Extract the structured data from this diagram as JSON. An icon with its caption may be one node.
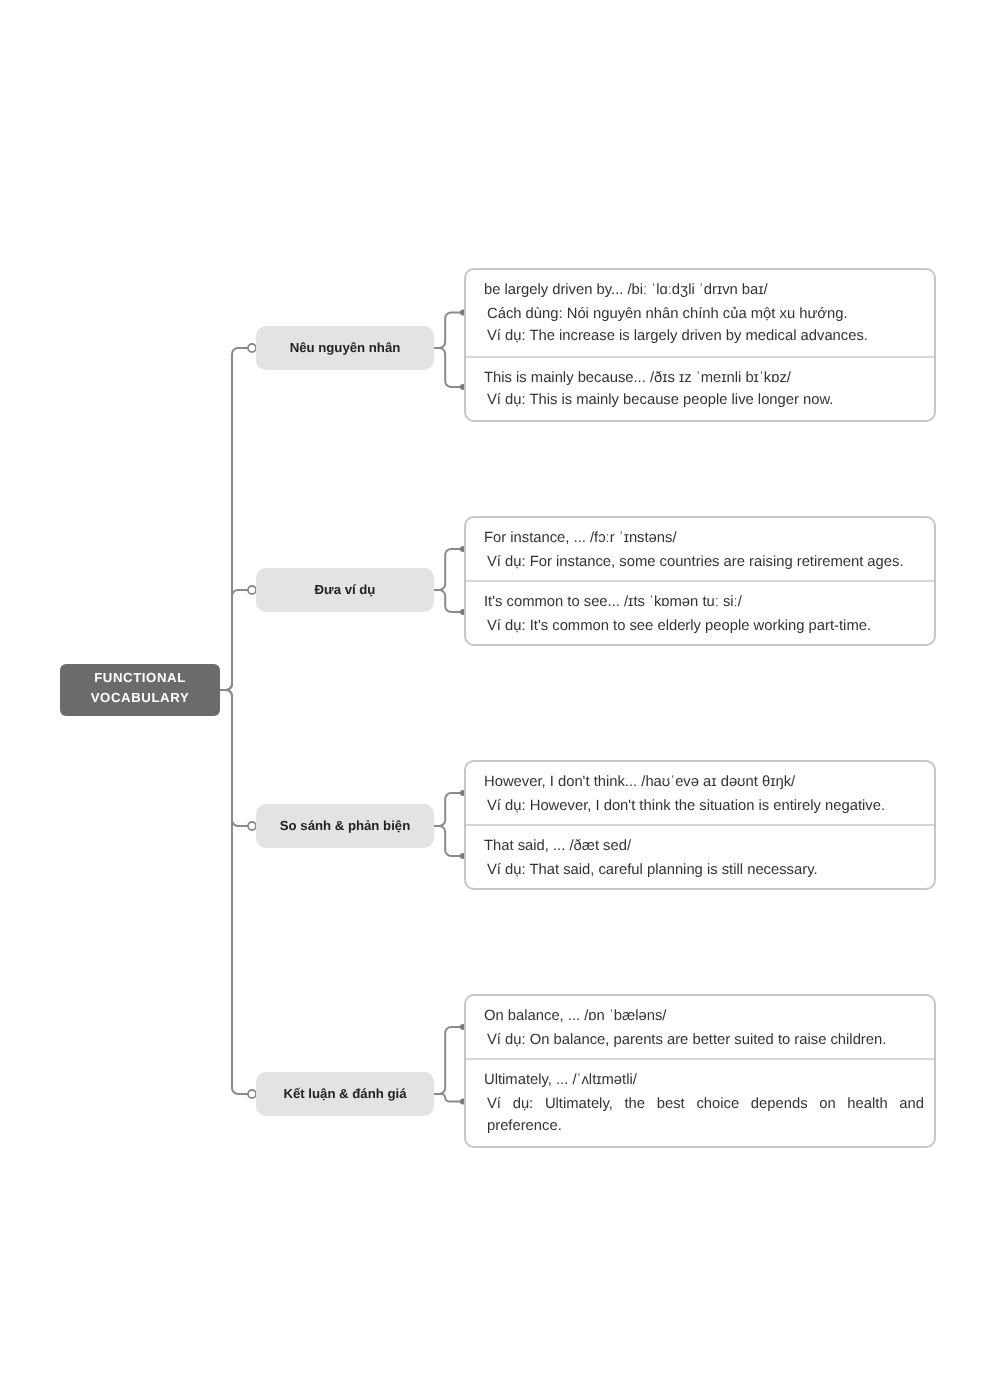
{
  "diagram": {
    "nodes": [
      {
        "text": [
          "FUNCTIONAL VOCABULARY"
        ]
      },
      {
        "text": [
          "Nêu nguyên nhân"
        ]
      },
      {
        "text": [],
        "shape": "box"
      },
      {
        "text": [
          "be largely driven by... /biː ˈlɑːdʒli ˈdrɪvn baɪ/",
          "Cách dùng: Nói nguyên nhân chính của một xu hướng.",
          "Ví dụ: The increase is largely driven by medical advances."
        ],
        "in": 2
      },
      {
        "text": [
          "This is mainly because... /ðɪs ɪz ˈmeɪnli bɪˈkɒz/",
          "Ví dụ: This is mainly because people live longer now."
        ],
        "in": 2
      },
      {
        "text": [
          "Đưa ví dụ"
        ]
      },
      {
        "text": [],
        "shape": "box"
      },
      {
        "text": [
          "For instance, ... /fɔːr ˈɪnstəns/",
          "Ví dụ: For instance, some countries are raising retirement ages."
        ],
        "in": 6
      },
      {
        "text": [
          "It's common to see... /ɪts ˈkɒmən tuː siː/",
          "Ví dụ: It's common to see elderly people working part-time."
        ],
        "in": 6
      },
      {
        "text": [
          "So sánh & phản biện"
        ]
      },
      {
        "text": [],
        "shape": "box"
      },
      {
        "text": [
          "However, I don't think... /haʊˈevə aɪ dəʊnt θɪŋk/",
          "Ví dụ: However, I don't think the situation is entirely negative."
        ],
        "in": 10
      },
      {
        "text": [
          "That said, ... /ðæt sed/",
          "Ví dụ: That said, careful planning is still necessary."
        ],
        "in": 10
      },
      {
        "text": [
          "Kết luận & đánh giá"
        ]
      },
      {
        "text": [],
        "shape": "box"
      },
      {
        "text": [
          "On balance, ... /ɒn ˈbæləns/",
          "Ví dụ: On balance, parents are better suited to raise children."
        ],
        "in": 14
      },
      {
        "text": [
          "Ultimately, ... /ˈʌltɪmətli/",
          "Ví dụ: Ultimately, the best choice depends on health and preference."
        ],
        "in": 14
      }
    ],
    "edges": [
      {
        "from": 0,
        "to": 1,
        "arrow": "other"
      },
      {
        "from": 0,
        "to": 5,
        "arrow": "other"
      },
      {
        "from": 0,
        "to": 9,
        "arrow": "other"
      },
      {
        "from": 0,
        "to": 13,
        "arrow": "other"
      },
      {
        "from": 1,
        "to": 3,
        "arrow": "other"
      },
      {
        "from": 1,
        "to": 4,
        "arrow": "other"
      },
      {
        "from": 5,
        "to": 7,
        "arrow": "other"
      },
      {
        "from": 5,
        "to": 8,
        "arrow": "other"
      },
      {
        "from": 9,
        "to": 11,
        "arrow": "other"
      },
      {
        "from": 9,
        "to": 12,
        "arrow": "other"
      },
      {
        "from": 13,
        "to": 15,
        "arrow": "other"
      },
      {
        "from": 13,
        "to": 16,
        "arrow": "other"
      }
    ]
  }
}
